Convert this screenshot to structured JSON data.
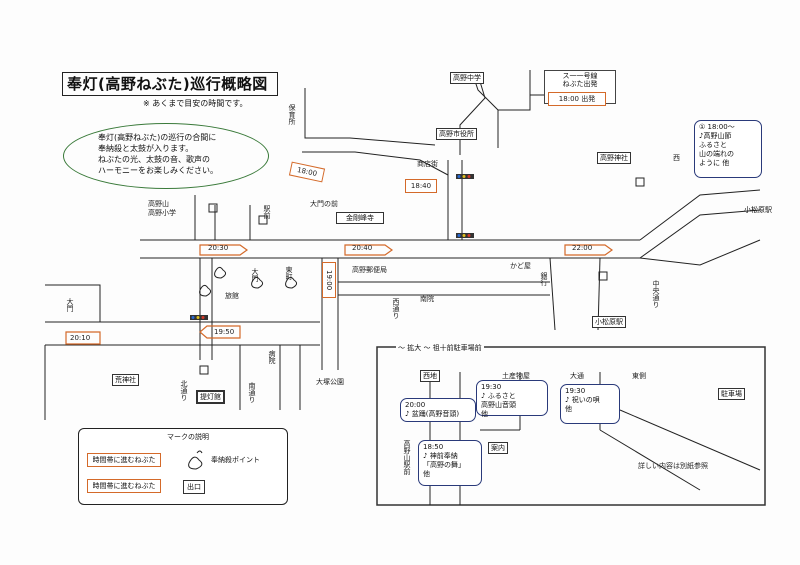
{
  "title": "奉灯(高野ねぶた)巡行概略図",
  "subtitle": "※ あくまで目安の時間です。",
  "notice_lines": [
    "奉灯(高野ねぶた)の巡行の合間に",
    "奉納殺と太鼓が入ります。",
    "ねぶたの光、太鼓の音、歌声の",
    "ハーモニーをお楽しみください。"
  ],
  "times": {
    "t1800_top": "18:00 出発",
    "t1800": "18:00",
    "t1840": "18:40",
    "t2040": "20:40",
    "t2030": "20:30",
    "t2200": "22:00",
    "t1900v": "19:00",
    "t1950": "19:50",
    "t2010": "20:10"
  },
  "places": {
    "station_top": "ス一一号線",
    "station_top2": "ねぶた出発",
    "junior_high": "高野中学",
    "city_office": "高野市役所",
    "shrine_top": "高野神社",
    "post": "高野郵便局",
    "kindergarten": "保育所",
    "school": "高野小学",
    "temple": "金剛峰寺",
    "daimon": "大門の前",
    "park": "大塚公園",
    "ekimae": "駅前",
    "market": "商店街",
    "bank": "銀行",
    "nan_in": "南院",
    "koyasan_sign": "高野山",
    "hospital": "病院",
    "ryokan": "旅館",
    "kojin": "荒神社",
    "station_right": "小松原駅",
    "east_town": "東町",
    "north_st": "北通り",
    "west_st": "西通り",
    "south_st": "南通り",
    "central": "中央通り",
    "lantern_hall": "提灯館",
    "shop": "かど屋",
    "nishi": "西",
    "big_gate": "大門",
    "gate_left": "大門"
  },
  "note_right": {
    "num": "①",
    "time": "18:00～",
    "line1": "♪高野山節",
    "line2": "ふるさと",
    "line3": "山の端れの",
    "line4": "ように 他"
  },
  "inset": {
    "title": "～ 拡大 ～ 祖十前駐車場前",
    "labels": {
      "nishi_area": "西地",
      "shop_area": "土産物屋",
      "daimon_area": "大通",
      "east_area": "東側",
      "ryo": "駐車場",
      "station": "案内",
      "entrance": "高野山駅前",
      "footer": "詳しい内容は別紙参照"
    },
    "bubble1": {
      "time": "20:00",
      "text": "♪ 盆踊(高野音頭)"
    },
    "bubble2": {
      "time": "19:30",
      "line1": "♪ ふるさと",
      "line2": "高野山音頭",
      "line3": "他"
    },
    "bubble3": {
      "time": "19:30",
      "line1": "♪ 祝いの唄",
      "line2": "他"
    },
    "bubble4": {
      "time": "18:50",
      "line1": "♪ 神前奉納",
      "line2": "「高野の舞」",
      "line3": "他"
    }
  },
  "legend": {
    "title": "マークの説明",
    "item1": "時間帯に進むねぶた",
    "item2": "奉納殺ポイント",
    "item3": "時間帯に進むねぶた",
    "item4": "出口"
  },
  "colors": {
    "route": "#d46a2a",
    "bubble": "#2a3a7a",
    "ellipse": "#3a7a3a"
  }
}
